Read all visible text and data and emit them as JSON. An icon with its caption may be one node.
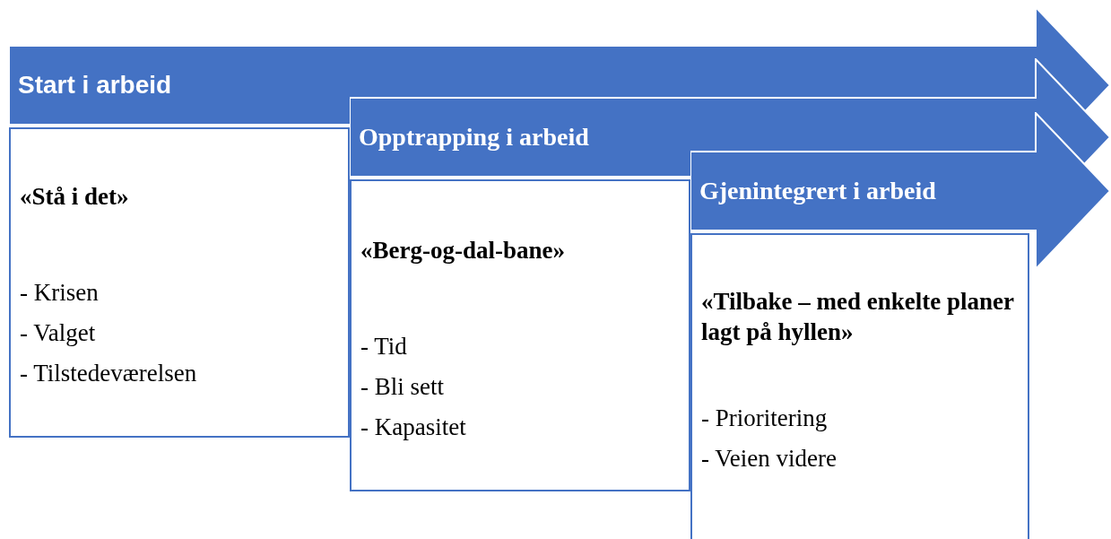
{
  "diagram": {
    "nodes": [
      {
        "text": [
          "Start i arbeid"
        ]
      },
      {
        "text": [
          "«Stå i det»",
          "- Krisen",
          "- Valget",
          "- Tilstedeværelsen"
        ]
      },
      {
        "text": [
          "Opptrapping i arbeid"
        ]
      },
      {
        "text": [
          "«Berg-og-dal-bane»",
          "- Tid",
          "- Bli sett",
          "- Kapasitet"
        ]
      },
      {
        "text": [
          "Gjenintegrert i arbeid"
        ]
      },
      {
        "text": [
          "«Tilbake – med enkelte planer lagt på hyllen»",
          "- Prioritering",
          "- Veien videre"
        ]
      }
    ]
  }
}
